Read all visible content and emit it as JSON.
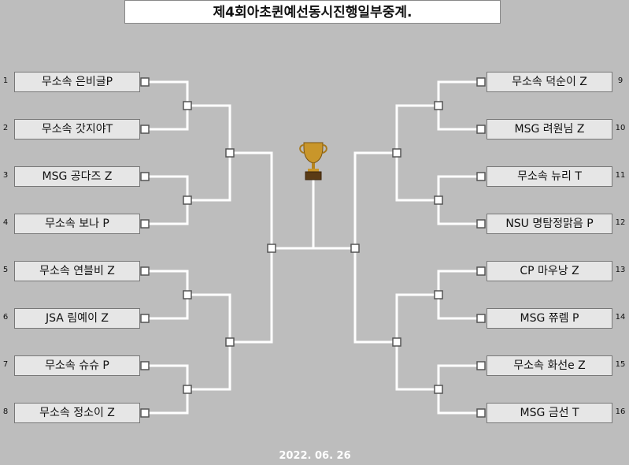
{
  "title": "제4회아초퀸예선동시진행일부중계.",
  "date": "2022. 06. 26",
  "left": [
    {
      "num": "1",
      "name": "무소속 은비글P"
    },
    {
      "num": "2",
      "name": "무소속 갓지야T"
    },
    {
      "num": "3",
      "name": "MSG 공다즈 Z"
    },
    {
      "num": "4",
      "name": "무소속 보나 P"
    },
    {
      "num": "5",
      "name": "무소속 연블비 Z"
    },
    {
      "num": "6",
      "name": "JSA 림예이 Z"
    },
    {
      "num": "7",
      "name": "무소속 슈슈 P"
    },
    {
      "num": "8",
      "name": "무소속 정소이 Z"
    }
  ],
  "right": [
    {
      "num": "9",
      "name": "무소속 덕순이 Z"
    },
    {
      "num": "10",
      "name": "MSG 려원님 Z"
    },
    {
      "num": "11",
      "name": "무소속 뉴리 T"
    },
    {
      "num": "12",
      "name": "NSU 명탐정맑음 P"
    },
    {
      "num": "13",
      "name": "CP 마우낭 Z"
    },
    {
      "num": "14",
      "name": "MSG 쮸렘 P"
    },
    {
      "num": "15",
      "name": "무소속 화선e Z"
    },
    {
      "num": "16",
      "name": "MSG 금선 T"
    }
  ],
  "trophy_icon": "trophy-icon"
}
